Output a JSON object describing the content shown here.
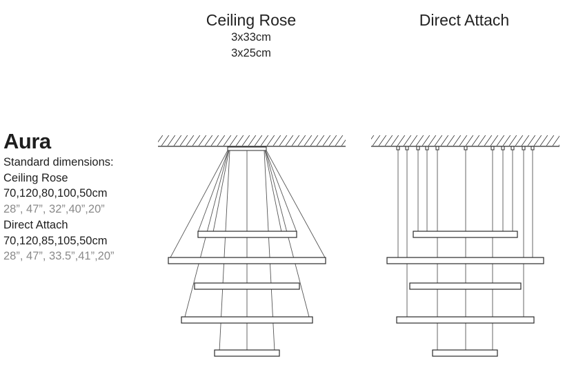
{
  "ceiling_rose": {
    "title": "Ceiling Rose",
    "sizes": [
      "3x33cm",
      "3x25cm"
    ]
  },
  "direct_attach": {
    "title": "Direct Attach"
  },
  "product": {
    "name": "Aura",
    "standard_label": "Standard dimensions:",
    "ceiling_rose_label": "Ceiling Rose",
    "ceiling_rose_cm": "70,120,80,100,50cm",
    "ceiling_rose_inch": "28”, 47”, 32”,40”,20”",
    "direct_attach_label": "Direct Attach",
    "direct_attach_cm": "70,120,85,105,50cm",
    "direct_attach_inch": "28”, 47”, 33.5”,41”,20”"
  },
  "colors": {
    "text": "#1e1e1e",
    "inch_text": "#8a8a8a",
    "line": "#2a2a2a"
  }
}
